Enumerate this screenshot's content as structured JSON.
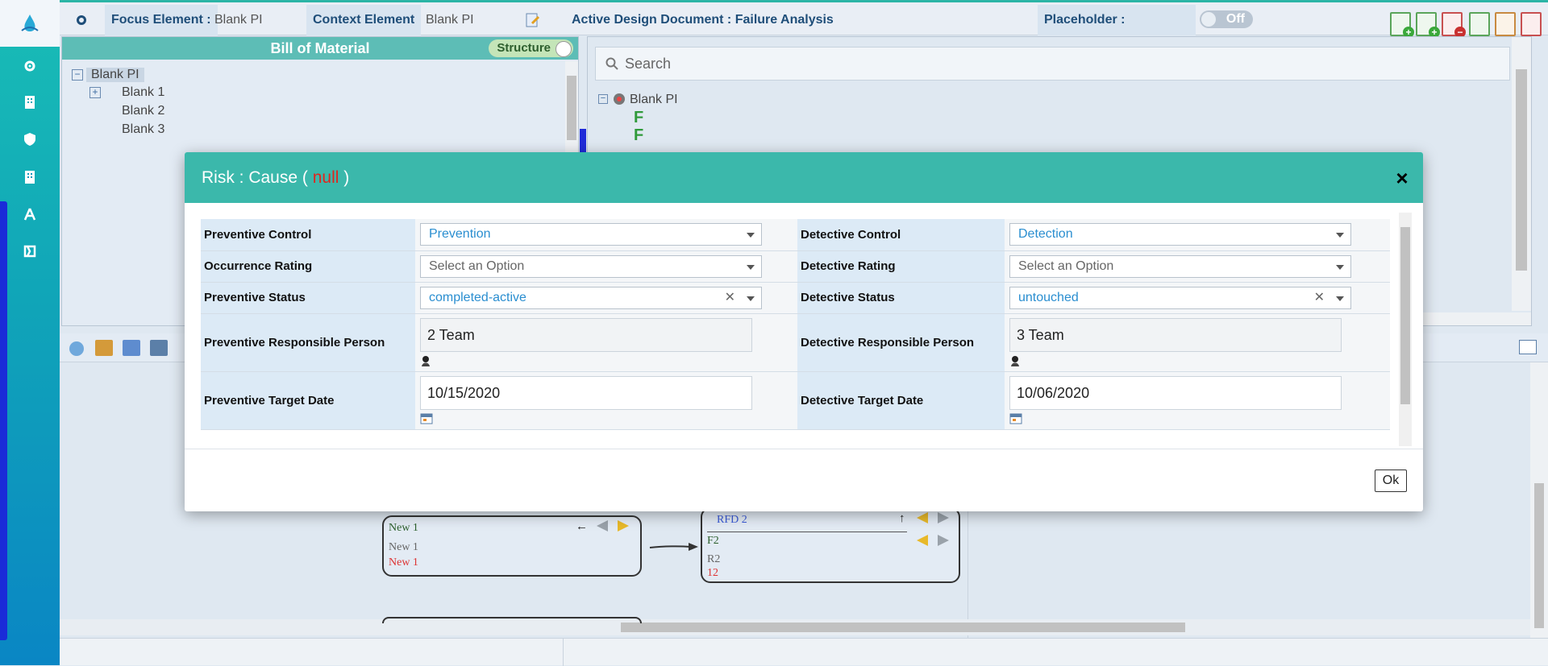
{
  "topbar": {
    "focus_label": "Focus Element :",
    "focus_value": "Blank PI",
    "context_label": "Context Element",
    "context_value": "Blank PI",
    "doc_title": "Active Design Document : Failure Analysis",
    "placeholder_label": "Placeholder :",
    "toggle_label": "Off"
  },
  "bom": {
    "title": "Bill of Material",
    "structure_label": "Structure",
    "tree": [
      "Blank PI",
      "Blank 1",
      "Blank 2",
      "Blank 3"
    ]
  },
  "right_panel": {
    "search_placeholder": "Search",
    "root": "Blank PI",
    "children": [
      "F",
      "F"
    ]
  },
  "diagram": {
    "node1": {
      "title": "New 1",
      "line2": "New 1",
      "line3": "New 1"
    },
    "node2": {
      "title": "RFD 2",
      "line2": "F2",
      "line3": "R2",
      "line4": "12"
    }
  },
  "modal": {
    "title_prefix": "Risk : Cause (",
    "title_null": "null",
    "title_suffix": ")",
    "close": "×",
    "ok": "Ok",
    "rows": [
      {
        "left_label": "Preventive Control",
        "left_value": "Prevention",
        "right_label": "Detective Control",
        "right_value": "Detection"
      },
      {
        "left_label": "Occurrence Rating",
        "left_value": "Select an Option",
        "right_label": "Detective Rating",
        "right_value": "Select an Option"
      },
      {
        "left_label": "Preventive Status",
        "left_value": "completed-active",
        "right_label": "Detective Status",
        "right_value": "untouched"
      },
      {
        "left_label": "Preventive Responsible Person",
        "left_value": "2 Team",
        "right_label": "Detective Responsible Person",
        "right_value": "3 Team"
      },
      {
        "left_label": "Preventive Target Date",
        "left_value": "10/15/2020",
        "right_label": "Detective Target Date",
        "right_value": "10/06/2020"
      }
    ],
    "clear_glyph": "✕"
  }
}
